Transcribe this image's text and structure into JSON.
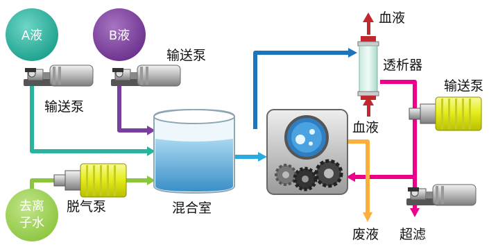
{
  "sources": {
    "a_liquid": "A液",
    "b_liquid": "B液",
    "deionized_water": [
      "去离",
      "子水"
    ]
  },
  "labels": {
    "pump_a": "输送泵",
    "pump_b": "输送泵",
    "pump_right": "输送泵",
    "degas_pump": "脱气泵",
    "mixing_chamber": "混合室",
    "dialyzer": "透析器",
    "blood_out": "血液",
    "blood_in": "血液",
    "waste_liquid": "废液",
    "ultrafiltration": "超滤"
  },
  "colors": {
    "a_line": "#2bb3a0",
    "b_line": "#7a3f9d",
    "water_line": "#8cc63f",
    "mix_out": "#29abe2",
    "to_dialyzer": "#1b75bc",
    "from_dialyzer": "#ec008c",
    "waste": "#fbb03b",
    "blood": "#c1272d"
  }
}
